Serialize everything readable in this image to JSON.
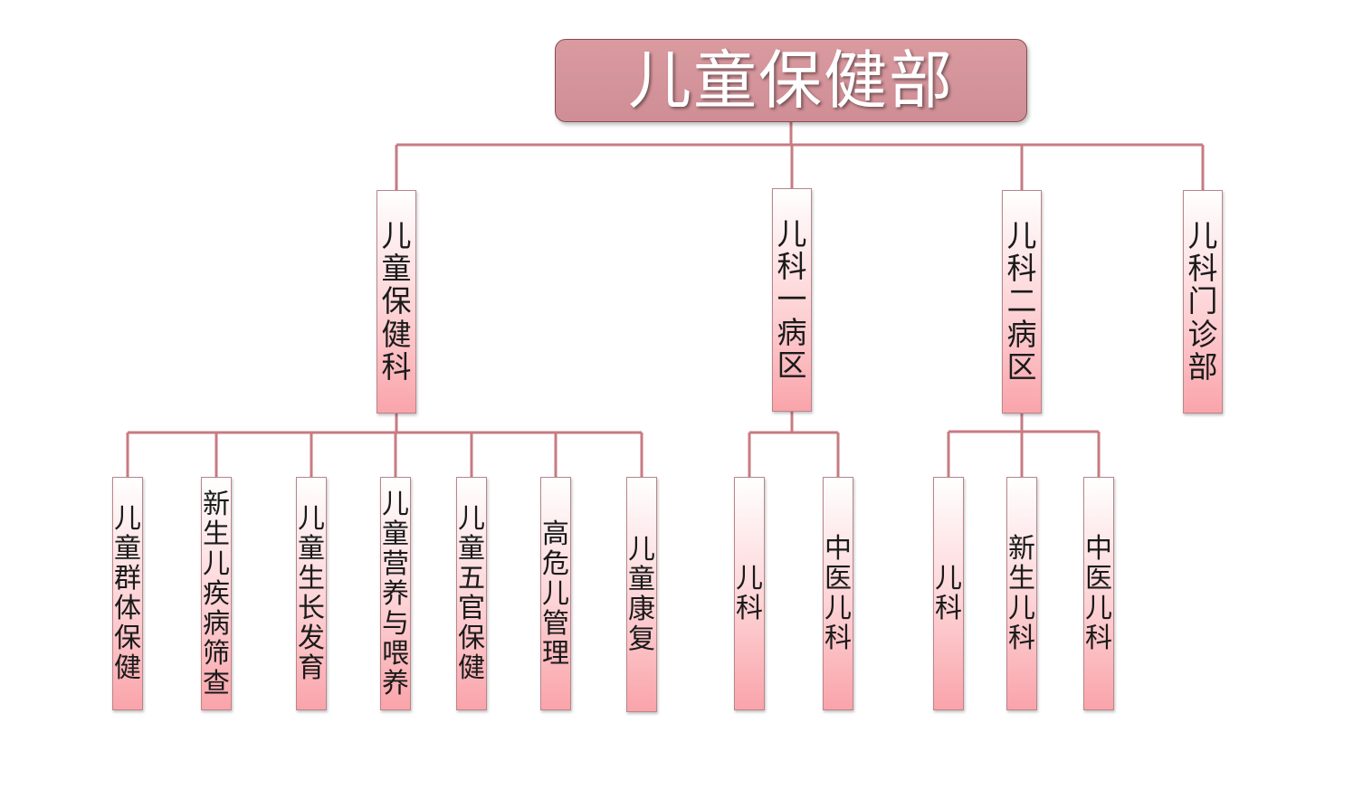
{
  "root": {
    "label": "儿童保健部"
  },
  "departments": [
    {
      "label": "儿童保健科",
      "children": [
        "儿童群体保健",
        "新生儿疾病筛查",
        "儿童生长发育",
        "儿童营养与喂养",
        "儿童五官保健",
        "高危儿管理",
        "儿童康复"
      ]
    },
    {
      "label": "儿科一病区",
      "children": [
        "儿科",
        "中医儿科"
      ]
    },
    {
      "label": "儿科二病区",
      "children": [
        "儿科",
        "新生儿科",
        "中医儿科"
      ]
    },
    {
      "label": "儿科门诊部",
      "children": []
    }
  ],
  "colors": {
    "connector": "#c77b82",
    "root_fill": "#d4949a",
    "node_top": "#ffffff",
    "node_bottom": "#f9a4aa"
  }
}
